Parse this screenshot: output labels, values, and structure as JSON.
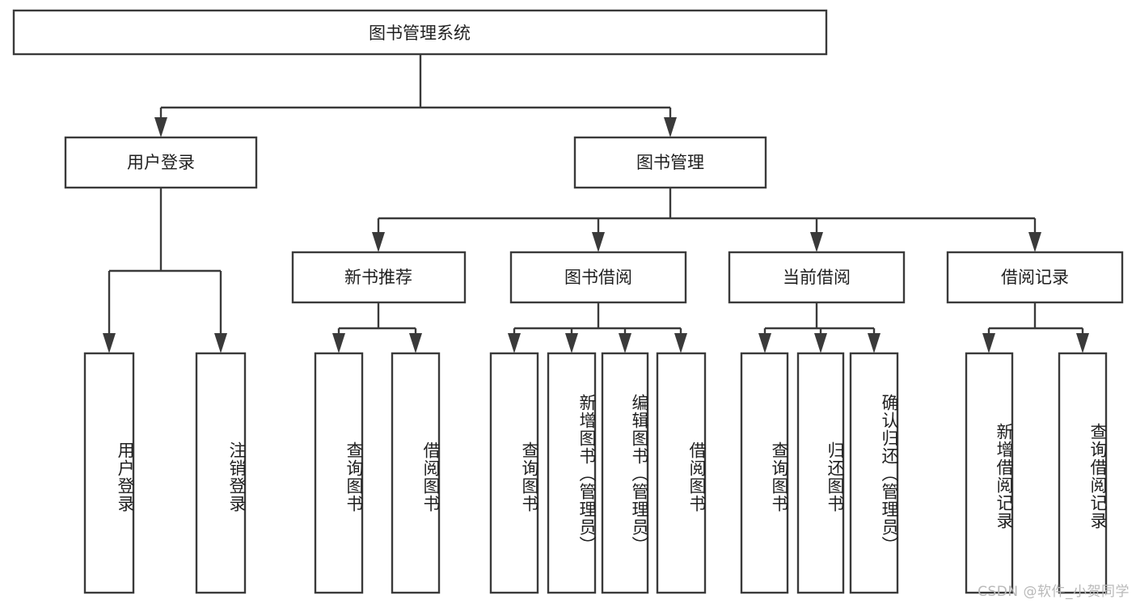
{
  "diagram": {
    "type": "tree-hierarchy-chart",
    "title": "图书管理系统",
    "watermark": "CSDN @软件_小贺同学",
    "level2": [
      {
        "label": "用户登录"
      },
      {
        "label": "图书管理"
      }
    ],
    "level3": [
      {
        "label": "新书推荐"
      },
      {
        "label": "图书借阅"
      },
      {
        "label": "当前借阅"
      },
      {
        "label": "借阅记录"
      }
    ],
    "leaves": {
      "user_login": [
        {
          "label": "用户登录"
        },
        {
          "label": "注销登录"
        }
      ],
      "new_book_recommend": [
        {
          "label": "查询图书"
        },
        {
          "label": "借阅图书"
        }
      ],
      "book_borrow": [
        {
          "label": "查询图书"
        },
        {
          "label": "新增图书（管理员）"
        },
        {
          "label": "编辑图书（管理员）"
        },
        {
          "label": "借阅图书"
        }
      ],
      "current_borrow": [
        {
          "label": "查询图书"
        },
        {
          "label": "归还图书"
        },
        {
          "label": "确认归还（管理员）"
        }
      ],
      "borrow_record": [
        {
          "label": "新增借阅记录"
        },
        {
          "label": "查询借阅记录"
        }
      ]
    },
    "colors": {
      "stroke": "#3a3a3a",
      "box_fill": "#ffffff",
      "text": "#1f1f1f",
      "watermark": "#b9b9b9",
      "background": "#ffffff"
    }
  }
}
